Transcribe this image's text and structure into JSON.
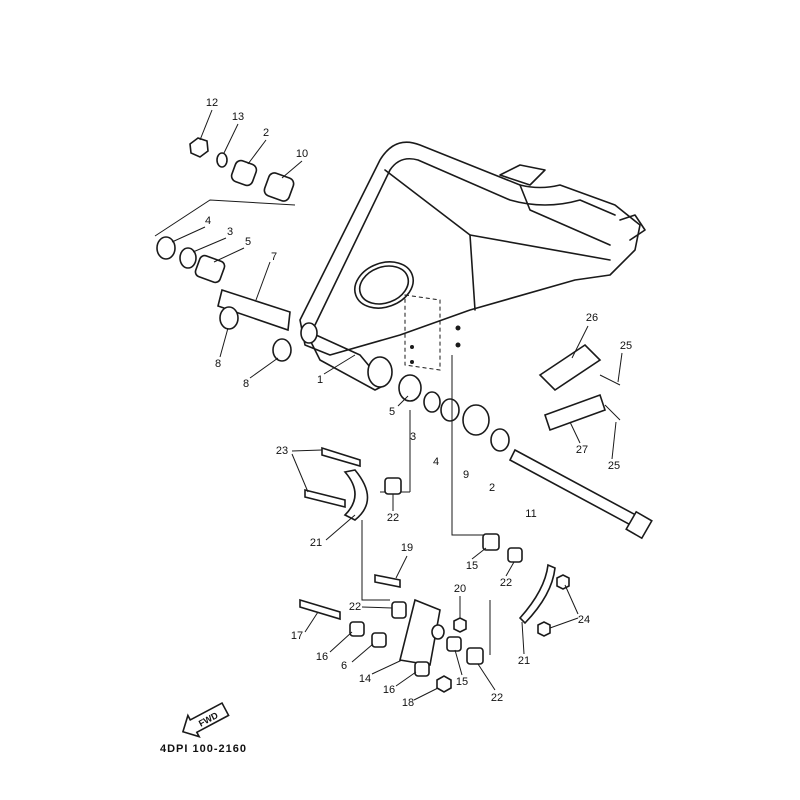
{
  "diagram": {
    "title_code": "4DPI 100-2160",
    "direction_label": "FWD",
    "callouts": [
      "12",
      "13",
      "2",
      "10",
      "4",
      "3",
      "5",
      "7",
      "8",
      "8",
      "1",
      "26",
      "25",
      "5",
      "3",
      "4",
      "9",
      "2",
      "27",
      "25",
      "23",
      "22",
      "11",
      "21",
      "19",
      "15",
      "22",
      "20",
      "24",
      "22",
      "17",
      "16",
      "6",
      "14",
      "15",
      "21",
      "16",
      "18",
      "22"
    ]
  }
}
